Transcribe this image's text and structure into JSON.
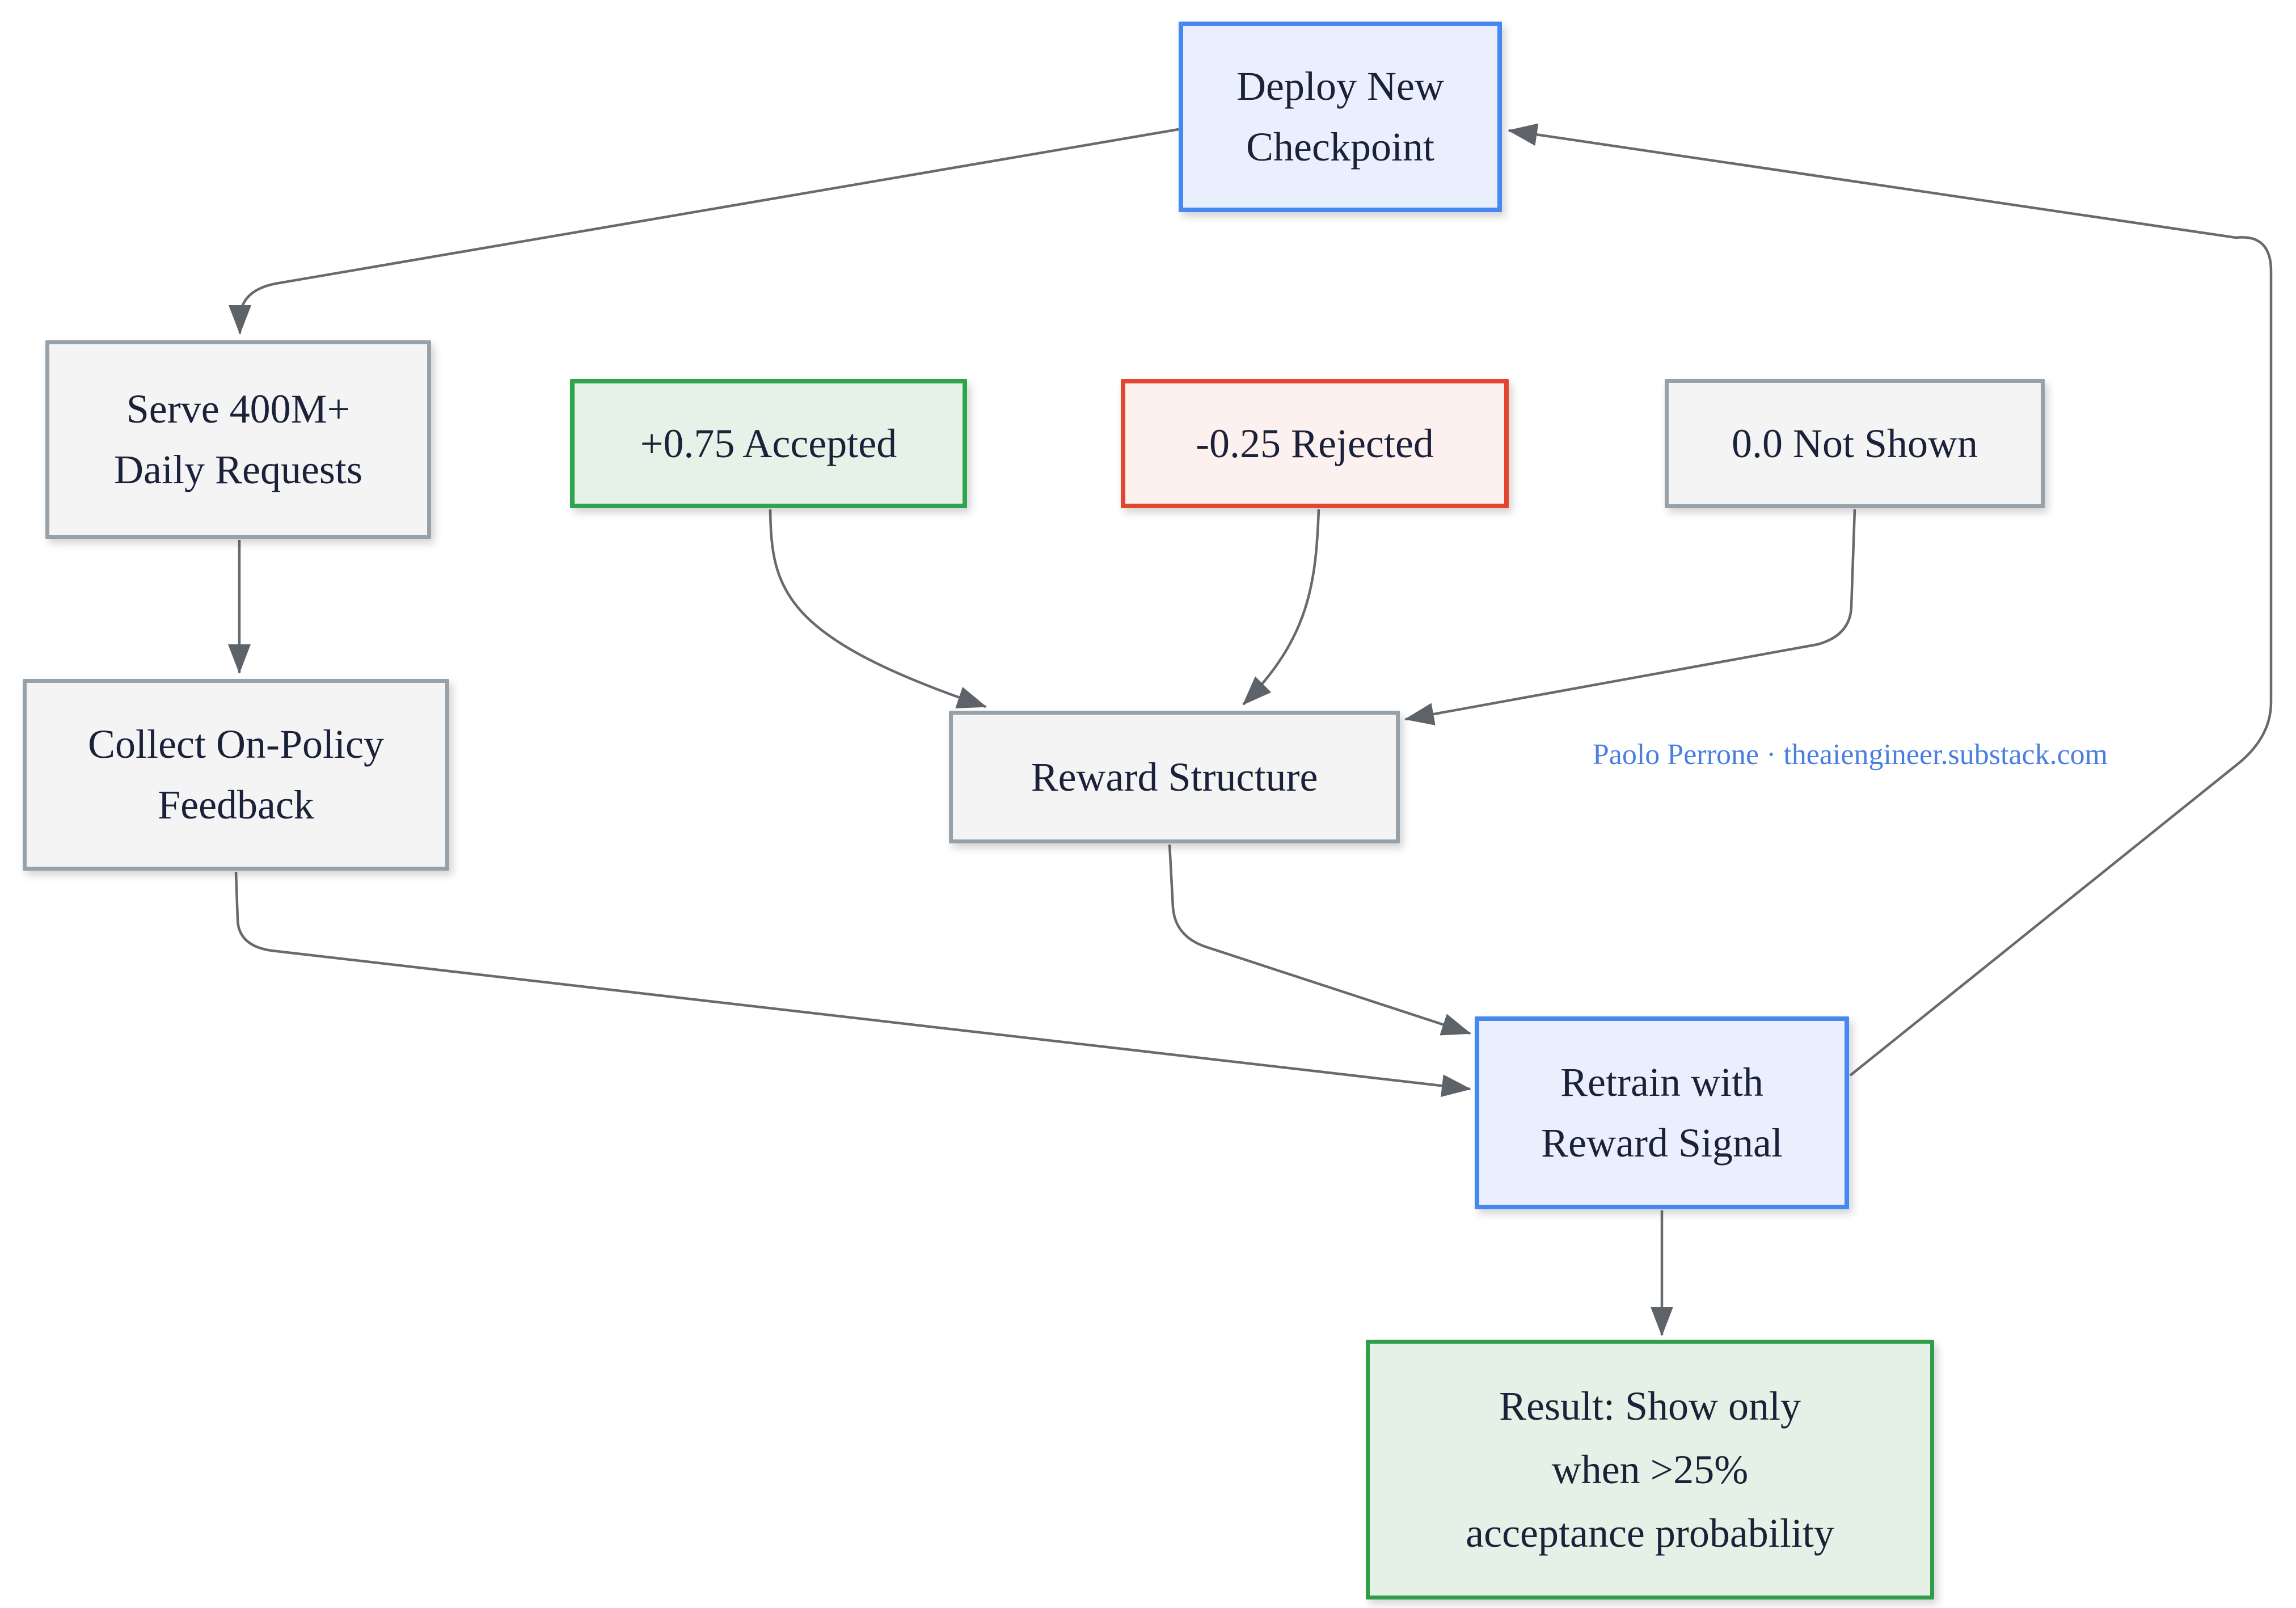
{
  "page": {
    "background": "#ffffff",
    "type": "flowchart"
  },
  "attribution": {
    "text": "Paolo Perrone · theaiengineer.substack.com",
    "color": "#4a7fe0"
  },
  "nodes": {
    "deploy": {
      "lines": [
        "Deploy New",
        "Checkpoint"
      ],
      "style": "blue"
    },
    "serve": {
      "lines": [
        "Serve 400M+",
        "Daily Requests"
      ],
      "style": "gray"
    },
    "collect": {
      "lines": [
        "Collect On-Policy",
        "Feedback"
      ],
      "style": "gray"
    },
    "accepted": {
      "lines": [
        "+0.75 Accepted"
      ],
      "style": "green"
    },
    "rejected": {
      "lines": [
        "-0.25 Rejected"
      ],
      "style": "red"
    },
    "notshown": {
      "lines": [
        "0.0 Not Shown"
      ],
      "style": "gray"
    },
    "reward": {
      "lines": [
        "Reward Structure"
      ],
      "style": "gray"
    },
    "retrain": {
      "lines": [
        "Retrain with",
        "Reward Signal"
      ],
      "style": "blue"
    },
    "result": {
      "lines": [
        "Result: Show only",
        "when >25%",
        "acceptance probability"
      ],
      "style": "green"
    }
  },
  "edges": [
    {
      "from": "deploy",
      "to": "serve"
    },
    {
      "from": "serve",
      "to": "collect"
    },
    {
      "from": "collect",
      "to": "retrain"
    },
    {
      "from": "accepted",
      "to": "reward"
    },
    {
      "from": "rejected",
      "to": "reward"
    },
    {
      "from": "notshown",
      "to": "reward"
    },
    {
      "from": "reward",
      "to": "retrain"
    },
    {
      "from": "retrain",
      "to": "result"
    },
    {
      "from": "retrain",
      "to": "deploy"
    }
  ],
  "colors": {
    "blue_border": "#4688f1",
    "blue_fill": "#e9effc",
    "gray_border": "#97a1aa",
    "gray_fill": "#f4f4f5",
    "green_border": "#2ea44f",
    "green_fill": "#e6f2e8",
    "red_border": "#e4452f",
    "red_fill": "#fcf1ee",
    "result_border": "#2f9e48",
    "result_fill": "#e5f1e6",
    "arrow": "#656b70",
    "text": "#1a2138",
    "attribution": "#4a7fe0",
    "background": "#ffffff"
  }
}
